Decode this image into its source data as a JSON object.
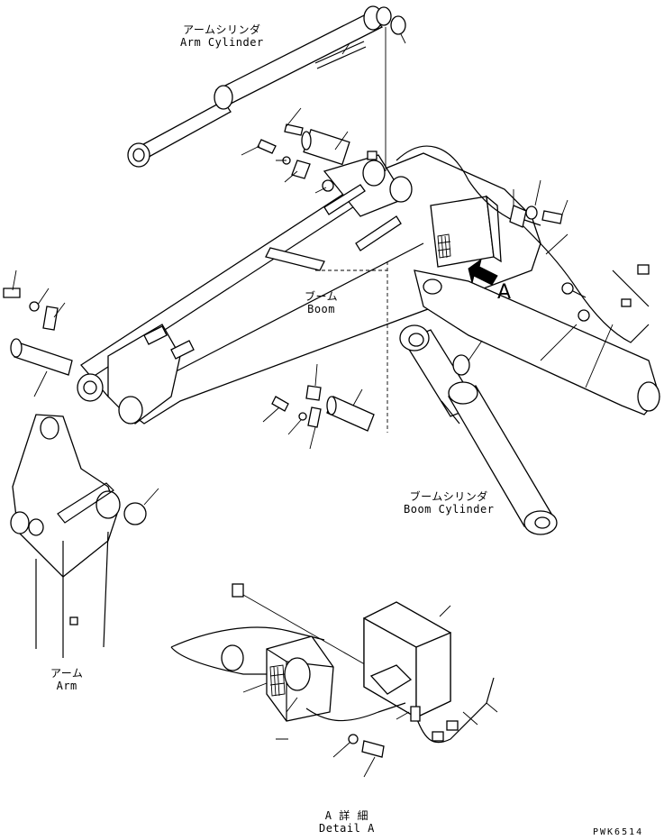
{
  "labels": {
    "arm_cylinder_jp": "アームシリンダ",
    "arm_cylinder_en": "Arm Cylinder",
    "boom_jp": "ブーム",
    "boom_en": "Boom",
    "boom_cylinder_jp": "ブームシリンダ",
    "boom_cylinder_en": "Boom Cylinder",
    "arm_jp": "アーム",
    "arm_en": "Arm",
    "view_marker": "A",
    "detail_jp": "A 詳 細",
    "detail_en": "Detail A",
    "drawing_code": "PWK6514"
  },
  "icons": {
    "view_arrow": "arrow-icon"
  }
}
